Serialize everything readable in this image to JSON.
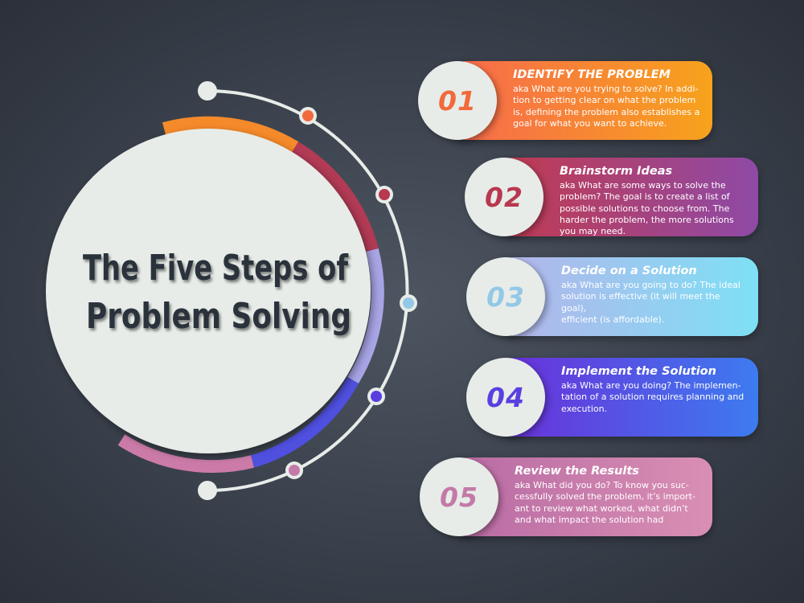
{
  "title": {
    "line1": "The Five Steps of",
    "line2": "Problem Solving"
  },
  "colors": {
    "background": "#3a414c",
    "circle": "#e7ece8",
    "title_text": "#2a303a",
    "track": "#e7ece8"
  },
  "steps": [
    {
      "number": "01",
      "title": "IDENTIFY THE PROBLEM",
      "description": [
        "aka What are you trying to solve? In addi-",
        "tion to getting clear on what the problem",
        "is, defining the problem also establishes a",
        "goal for what you want to achieve."
      ],
      "color_from": "#f7694d",
      "color_to": "#f7a21c",
      "number_color": "#f26a3c"
    },
    {
      "number": "02",
      "title": "Brainstorm Ideas",
      "description": [
        "aka What are some ways to solve the",
        "problem? The goal is to create a list of",
        "possible solutions to choose from. The",
        "harder the problem, the more solutions",
        "you may need."
      ],
      "color_from": "#c23a4f",
      "color_to": "#8e4aa6",
      "number_color": "#b8384f"
    },
    {
      "number": "03",
      "title": "Decide on a Solution",
      "description": [
        "aka What are you going to do? The ideal",
        "solution is effective (it will meet the goal),",
        "efficient (is affordable)."
      ],
      "color_from": "#b5b3ea",
      "color_to": "#7ee0f5",
      "number_color": "#93c8e6"
    },
    {
      "number": "04",
      "title": "Implement the Solution",
      "description": [
        "aka What are you doing? The implemen-",
        "tation of a solution requires planning and",
        "execution."
      ],
      "color_from": "#6b2fd9",
      "color_to": "#3d7bf0",
      "number_color": "#5a3fe0"
    },
    {
      "number": "05",
      "title": "Review the Results",
      "description": [
        "aka What did you do? To know you suc-",
        "cessfully solved the problem, it’s import-",
        "ant to review what worked, what didn’t",
        "and what impact the solution had"
      ],
      "color_from": "#b86aa3",
      "color_to": "#d98fb4",
      "number_color": "#c47aa8"
    }
  ]
}
